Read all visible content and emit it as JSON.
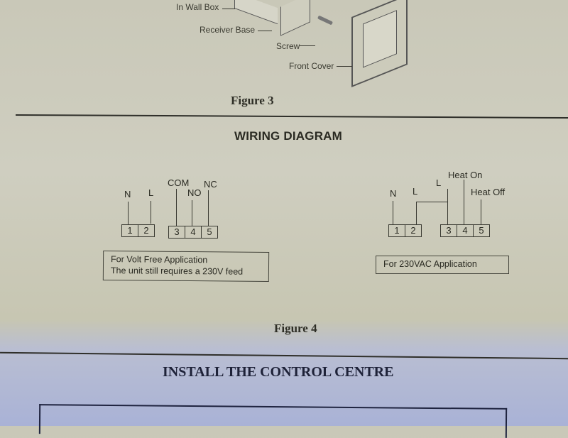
{
  "figure3": {
    "labels": {
      "in_wall_box": "In Wall Box",
      "receiver_base": "Receiver Base",
      "screw": "Screw",
      "front_cover": "Front Cover"
    },
    "caption": "Figure 3"
  },
  "section_title": "WIRING DIAGRAM",
  "diagram_left": {
    "top_labels": {
      "n": "N",
      "l": "L",
      "com": "COM",
      "no": "NO",
      "nc": "NC"
    },
    "terminals_a": [
      "1",
      "2"
    ],
    "terminals_b": [
      "3",
      "4",
      "5"
    ],
    "note_line1": "For Volt Free Application",
    "note_line2": "The unit still requires a 230V feed"
  },
  "diagram_right": {
    "top_labels": {
      "n": "N",
      "l1": "L",
      "l2": "L",
      "heat_on": "Heat On",
      "heat_off": "Heat Off"
    },
    "terminals_a": [
      "1",
      "2"
    ],
    "terminals_b": [
      "3",
      "4",
      "5"
    ],
    "note": "For 230VAC Application"
  },
  "figure4_caption": "Figure 4",
  "next_section_title": "INSTALL THE CONTROL CENTRE"
}
